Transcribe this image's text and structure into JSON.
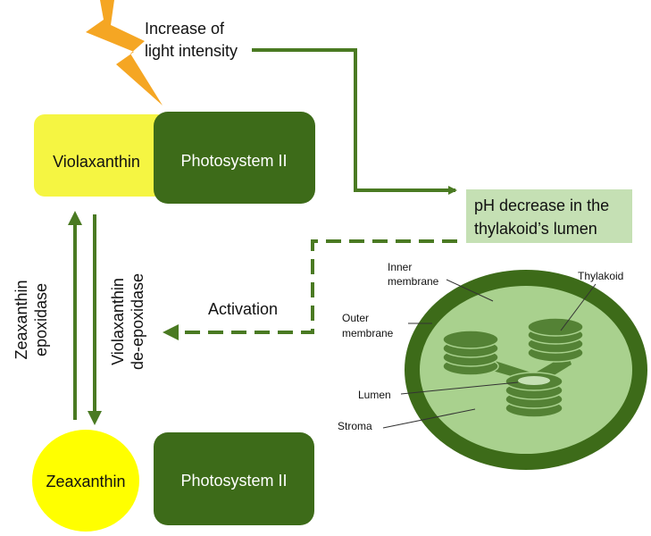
{
  "trigger": {
    "line1": "Increase of",
    "line2": "light intensity"
  },
  "top_pair": {
    "pigment": "Violaxanthin",
    "photosystem": "Photosystem II"
  },
  "bottom_pair": {
    "pigment": "Zeaxanthin",
    "photosystem": "Photosystem II"
  },
  "ph_box": {
    "line1": "pH decrease in the",
    "line2": "thylakoid’s lumen"
  },
  "activation_label": "Activation",
  "enzymes": {
    "zeaxanthin_epoxidase": [
      "Zeaxanthin",
      "epoxidase"
    ],
    "violaxanthin_deepoxidase": [
      "Violaxanthin",
      "de-epoxidase"
    ]
  },
  "chloroplast_labels": {
    "inner_membrane": [
      "Inner",
      "membrane"
    ],
    "outer_membrane": [
      "Outer",
      "membrane"
    ],
    "thylakoid": "Thylakoid",
    "lumen": "Lumen",
    "stroma": "Stroma"
  },
  "colors": {
    "dark_green": "#3d6b19",
    "arrow_green": "#4a7a22",
    "yellow": "#f5f542",
    "bright_yellow": "#ffff00",
    "light_green_box": "#c5e0b4",
    "lightning_orange": "#f5a623",
    "stroma": "#a9d18e",
    "thylakoid": "#548235",
    "text_dark": "#111111",
    "text_white": "#ffffff"
  }
}
